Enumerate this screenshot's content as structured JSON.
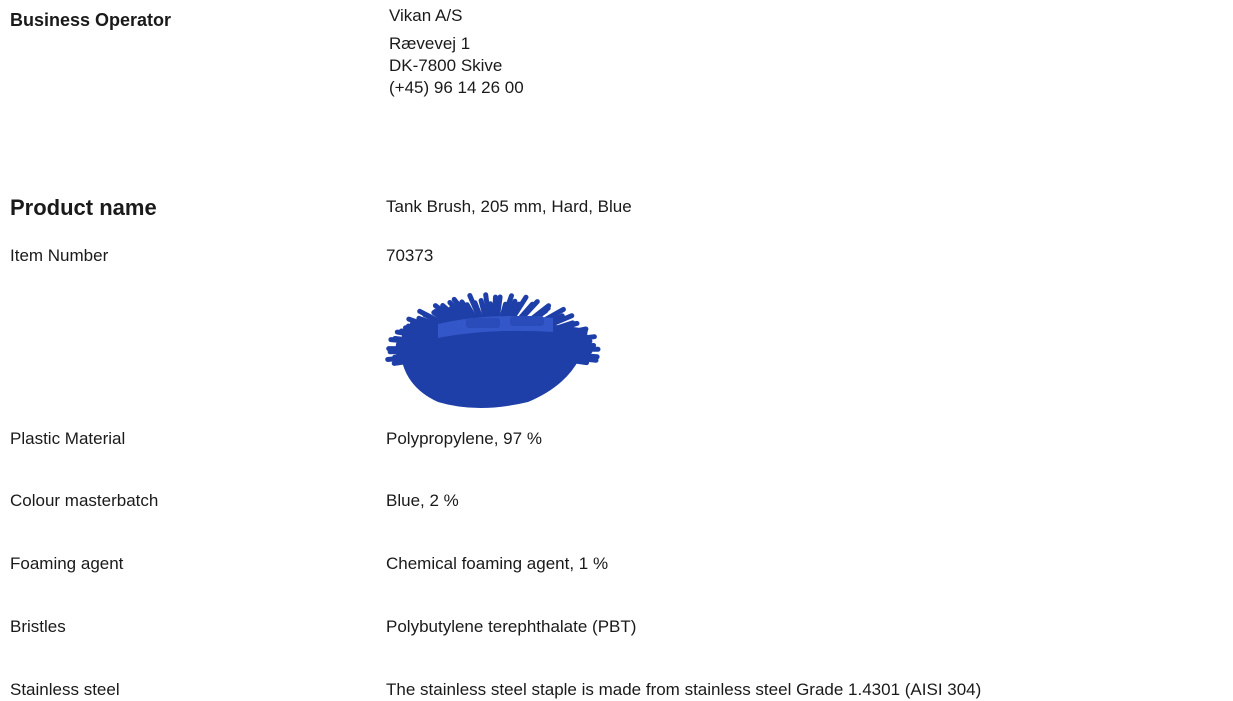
{
  "operator": {
    "label": "Business Operator",
    "name": "Vikan A/S",
    "street": "Rævevej 1",
    "city": "DK-7800 Skive",
    "phone": "(+45) 96 14 26 00"
  },
  "product": {
    "name_label": "Product name",
    "name_value": "Tank Brush, 205 mm, Hard, Blue",
    "item_label": "Item Number",
    "item_value": "70373",
    "image_icon": "tank-brush-image",
    "image_color": "#1f3fa8"
  },
  "materials": [
    {
      "label": "Plastic Material",
      "value": "Polypropylene, 97 %"
    },
    {
      "label": "Colour masterbatch",
      "value": "Blue, 2 %"
    },
    {
      "label": "Foaming agent",
      "value": "Chemical foaming agent, 1 %"
    },
    {
      "label": "Bristles",
      "value": "Polybutylene terephthalate (PBT)"
    },
    {
      "label": "Stainless steel",
      "value": "The stainless steel staple is made from stainless steel Grade 1.4301 (AISI 304)"
    }
  ]
}
